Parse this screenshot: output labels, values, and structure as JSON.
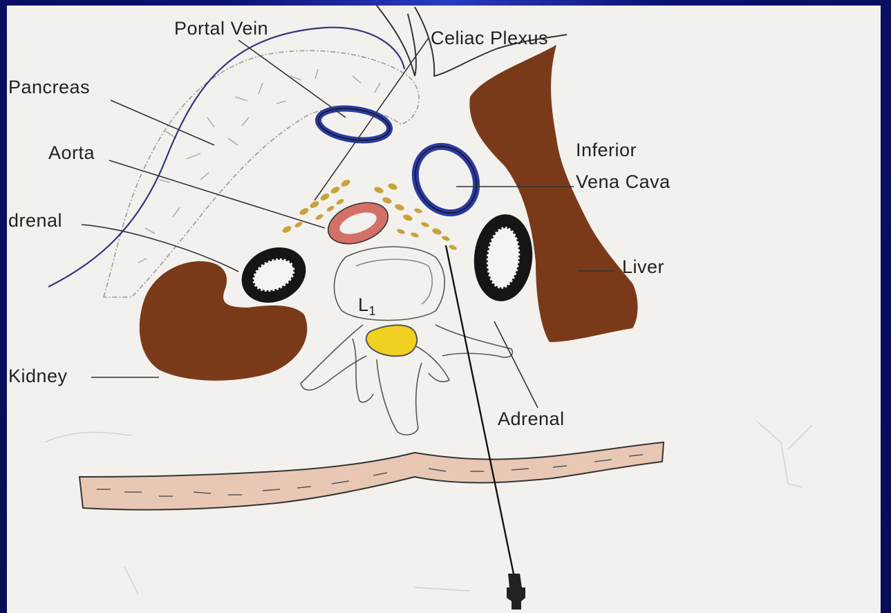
{
  "diagram": {
    "labels": {
      "portal_vein": "Portal Vein",
      "celiac_plexus": "Celiac Plexus",
      "pancreas": "Pancreas",
      "aorta": "Aorta",
      "adrenal_left": "drenal",
      "inferior": "Inferior",
      "vena_cava": "Vena Cava",
      "liver": "Liver",
      "l1": "L",
      "l1_sub": "1",
      "kidney": "Kidney",
      "adrenal_right": "Adrenal"
    },
    "colors": {
      "background_frame": "#0b1170",
      "paper": "#f2f1ee",
      "organ_brown": "#7a3a1a",
      "portal_vein": "#2b3aa0",
      "vena_cava": "#2b3aa0",
      "aorta_fill": "#d4706a",
      "spinal_canal": "#f0d020",
      "celiac_ganglia": "#c9a33a",
      "skin": "#e8c8b4"
    }
  }
}
